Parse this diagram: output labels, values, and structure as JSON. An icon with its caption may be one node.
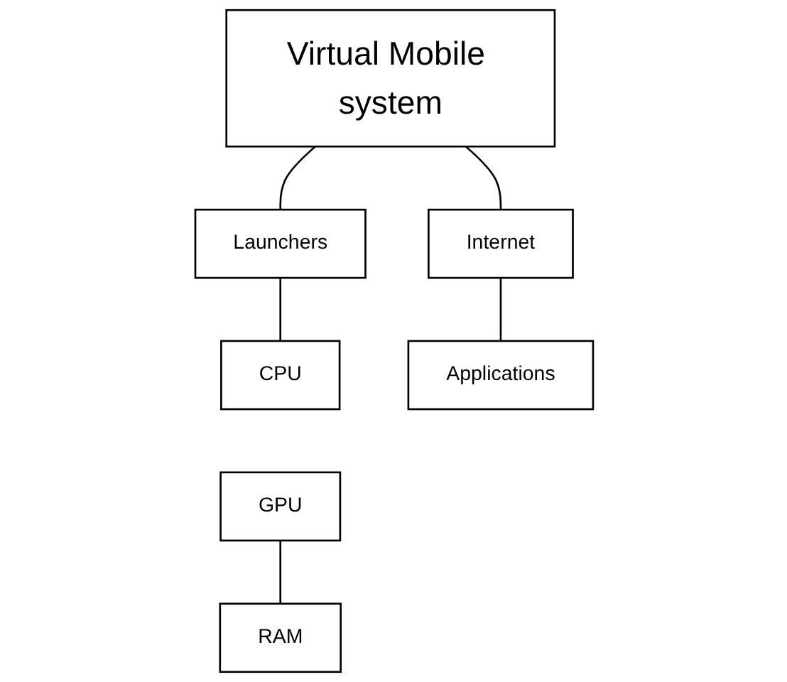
{
  "diagram": {
    "nodes": [
      {
        "text": [
          "Virtual Mobile system"
        ]
      },
      {
        "text": [
          "Launchers"
        ]
      },
      {
        "text": [
          "Internet"
        ]
      },
      {
        "text": [
          "CPU"
        ]
      },
      {
        "text": [
          "GPU"
        ]
      },
      {
        "text": [
          "RAM"
        ]
      },
      {
        "text": [
          "Applications"
        ]
      }
    ],
    "edges": [
      {
        "from": 0,
        "to": 1,
        "arrow": "none"
      },
      {
        "from": 0,
        "to": 2,
        "arrow": "none"
      },
      {
        "from": 1,
        "to": 3,
        "arrow": "none"
      },
      {
        "from": 4,
        "to": 5,
        "arrow": "none"
      },
      {
        "from": 2,
        "to": 6,
        "arrow": "none"
      }
    ]
  }
}
